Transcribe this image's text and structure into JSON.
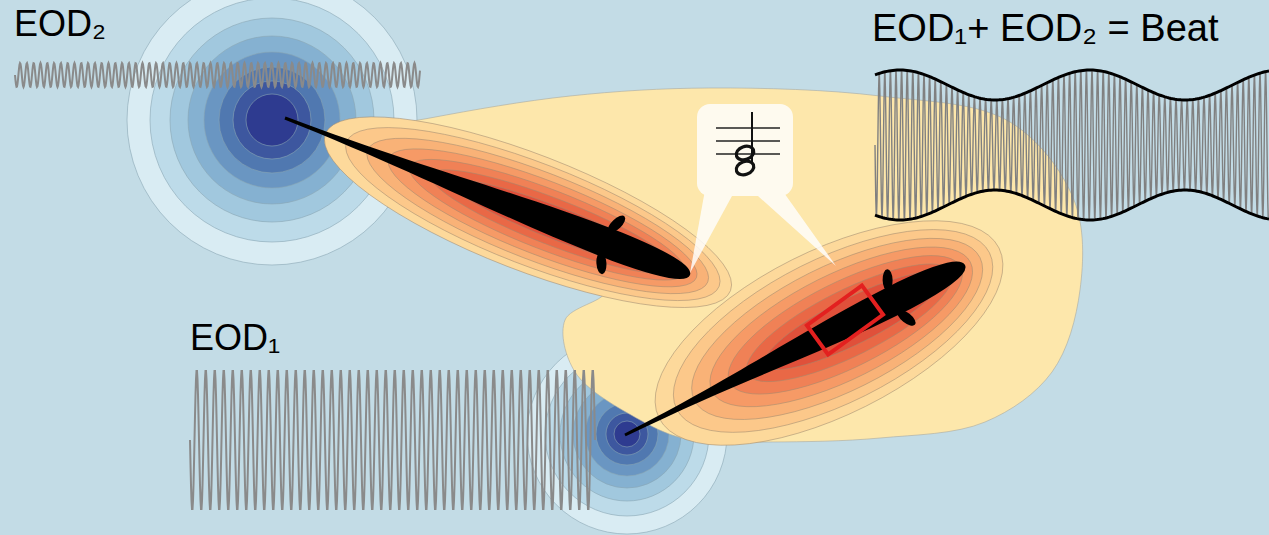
{
  "diagram": {
    "labels": [
      "EOD₂",
      "EOD₁",
      "EOD₁+ EOD₂ = Beat"
    ]
  }
}
